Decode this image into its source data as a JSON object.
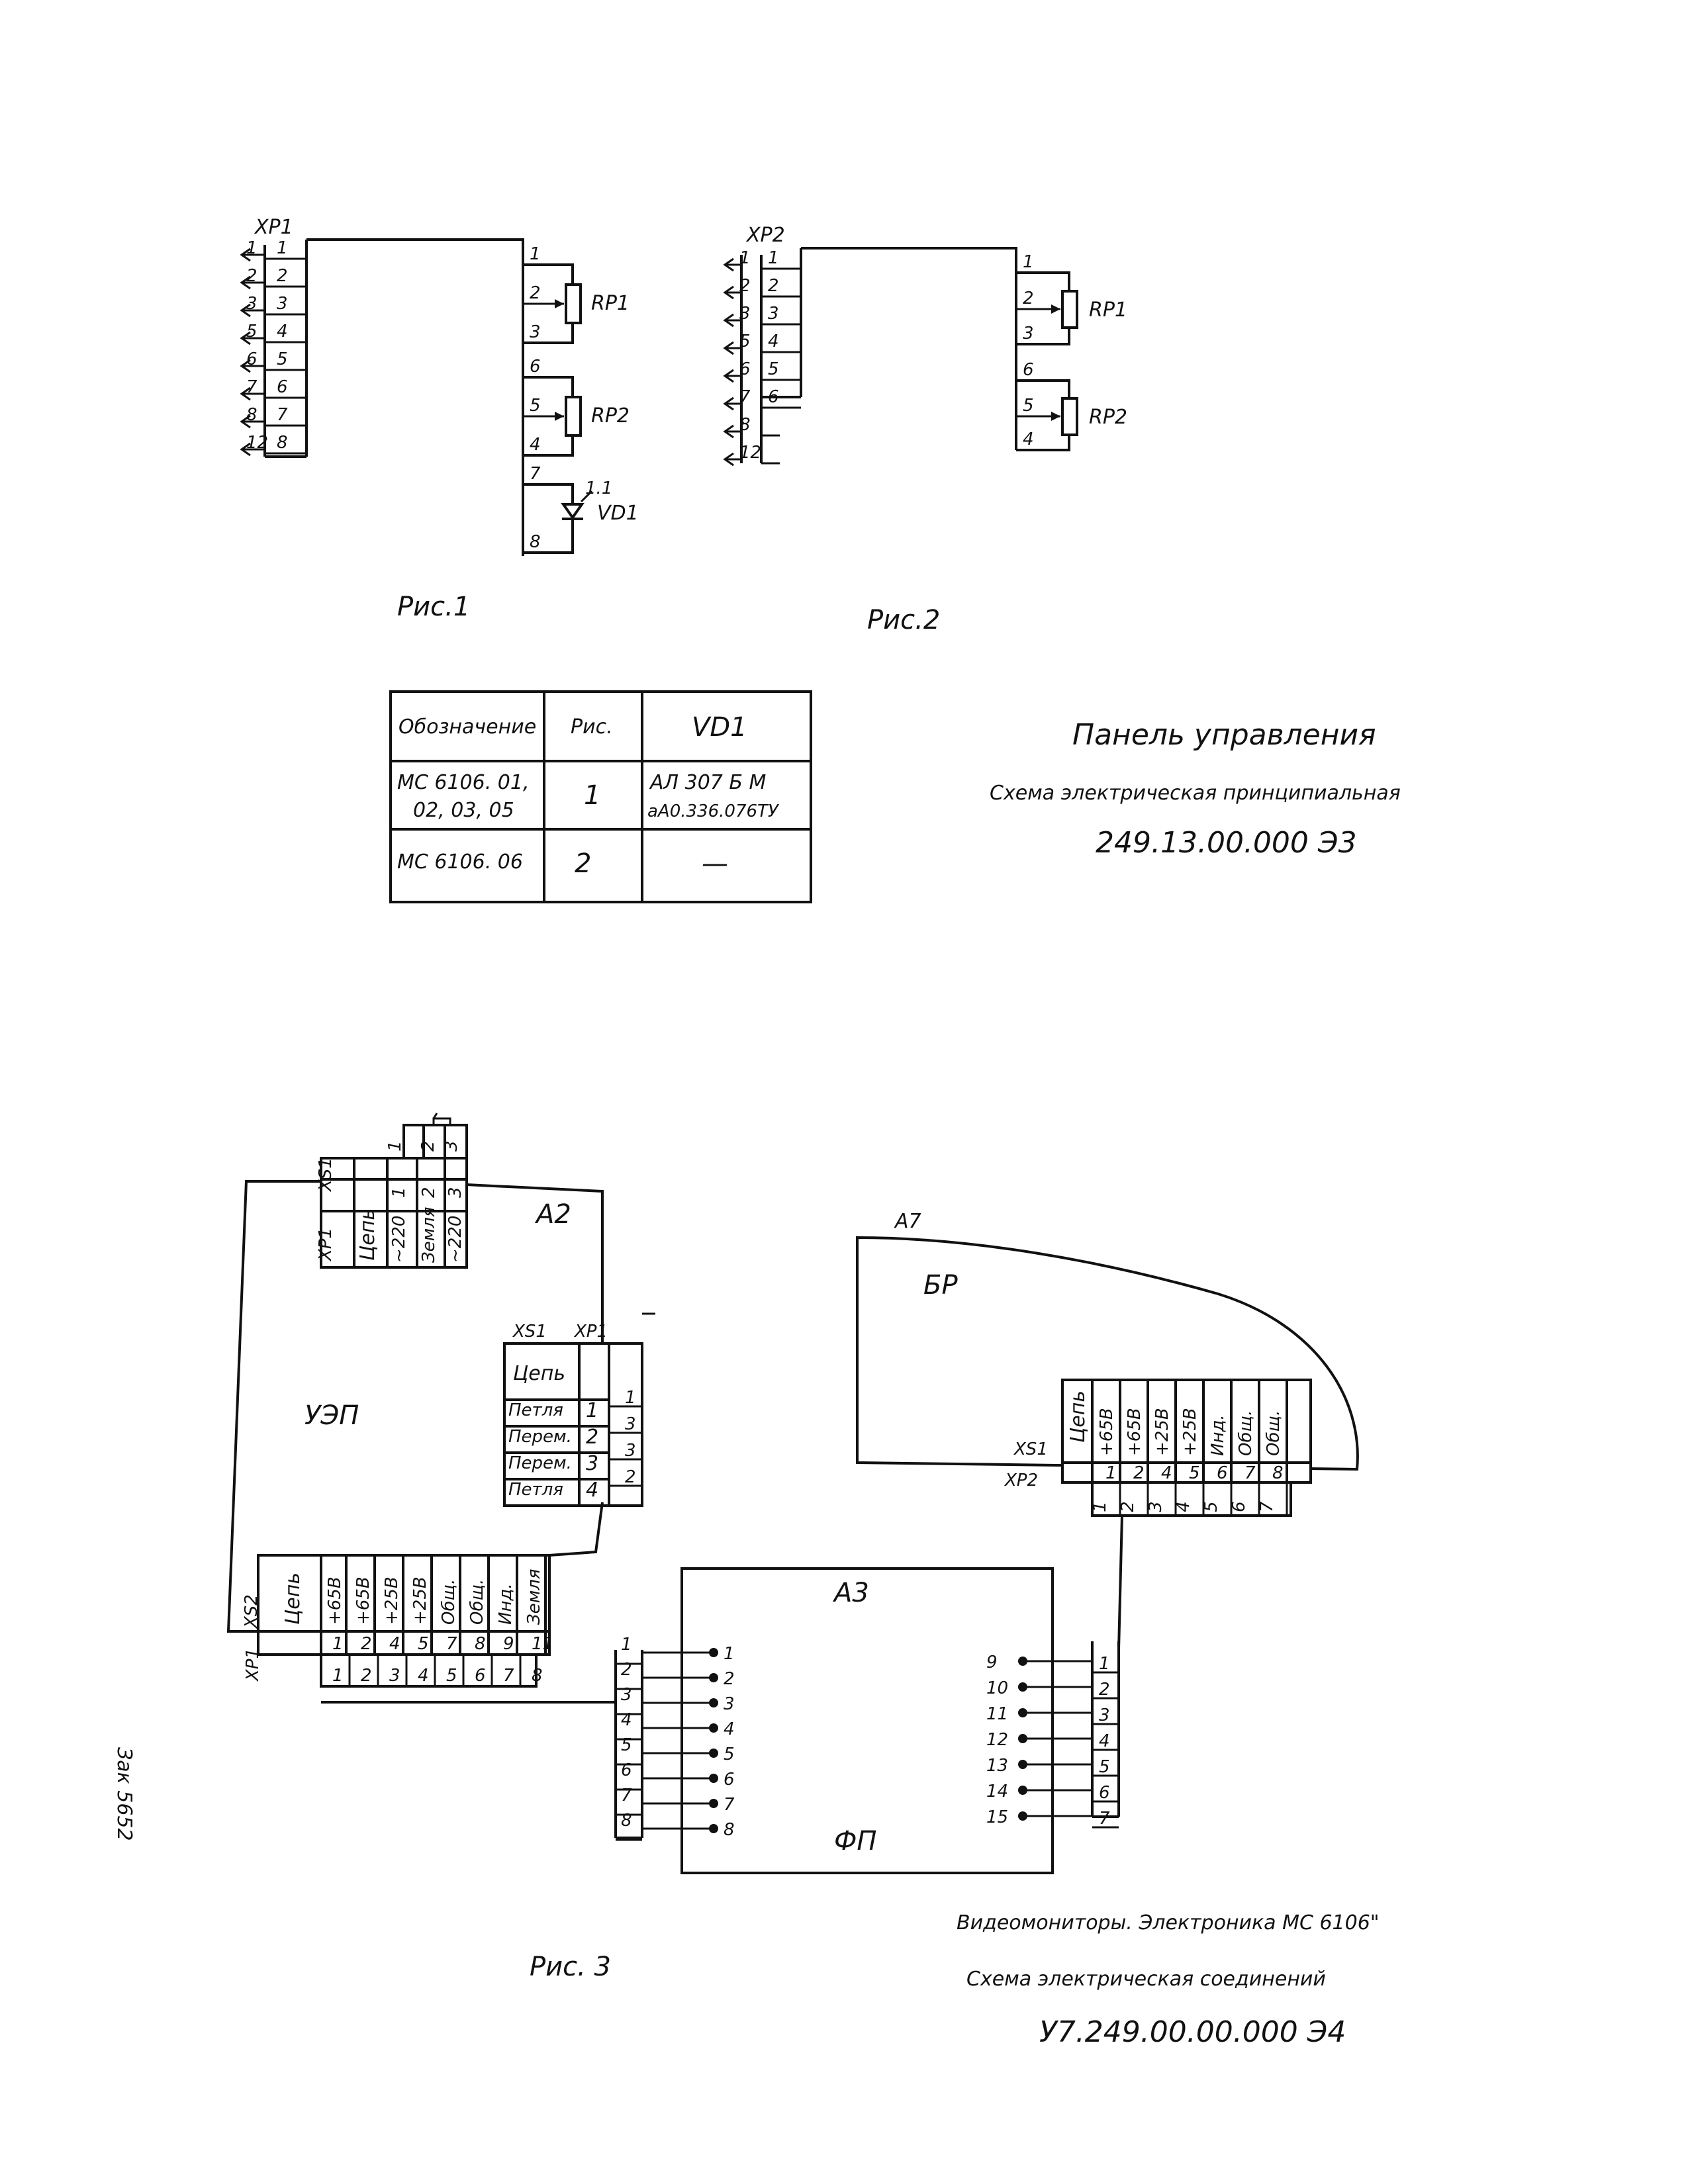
{
  "fig1": {
    "connector": "XP1",
    "left_pins": [
      "1",
      "2",
      "3",
      "4",
      "5",
      "6",
      "7",
      "8"
    ],
    "wire_labels": [
      "1",
      "2",
      "3",
      "5",
      "6",
      "7",
      "8",
      "12"
    ],
    "right_pins": [
      "1",
      "2",
      "3",
      "6",
      "5",
      "4",
      "7",
      "8"
    ],
    "rp1": "RP1",
    "rp2": "RP2",
    "vd1": "VD1",
    "vd1_mark": "1.1",
    "caption": "Рис.1"
  },
  "fig2": {
    "connector": "XP2",
    "left_pins": [
      "1",
      "2",
      "3",
      "4",
      "5",
      "6"
    ],
    "wire_labels": [
      "1",
      "2",
      "3",
      "5",
      "6",
      "7",
      "8",
      "12"
    ],
    "right_pins": [
      "1",
      "2",
      "3",
      "6",
      "5",
      "4"
    ],
    "rp1": "RP1",
    "rp2": "RP2",
    "caption": "Рис.2"
  },
  "table": {
    "headers": [
      "Обозначение",
      "Рис.",
      "VD1"
    ],
    "rows": [
      [
        "МС 6106. 01,",
        "02, 03, 05",
        "1",
        "АЛ 307 Б М",
        "аА0.336.076ТУ"
      ],
      [
        "МС 6106. 06",
        "",
        "2",
        "—",
        ""
      ]
    ]
  },
  "title1": {
    "line1": "Панель управления",
    "line2": "Схема электрическая принципиальная",
    "code": "249.13.00.000 Э3"
  },
  "fig3": {
    "xs1_top": {
      "label_xs": "XS1",
      "label_xp": "XP1",
      "header": "Цепь",
      "pins": [
        "1",
        "2",
        "3"
      ],
      "signals": [
        "~220",
        "Земля",
        "~220"
      ],
      "ext_pins": [
        "1",
        "2",
        "3"
      ]
    },
    "a2_label": "А2",
    "uep_label": "УЭП",
    "xs1_right": {
      "label_xs": "XS1",
      "label_xp": "XP1",
      "header": "Цепь",
      "signals": [
        "Петля",
        "Перем.",
        "Перем.",
        "Петля"
      ],
      "pins": [
        "1",
        "2",
        "3",
        "4"
      ],
      "ext_pins": [
        "1",
        "3",
        "3",
        "2"
      ]
    },
    "xs2": {
      "label_xs": "XS2",
      "label_xp": "XP1",
      "header": "Цепь",
      "signals": [
        "+65В",
        "+65В",
        "+25В",
        "+25В",
        "Общ.",
        "Общ.",
        "Инд.",
        "Земля"
      ],
      "pins": [
        "1",
        "2",
        "4",
        "5",
        "7",
        "8",
        "9",
        "11"
      ],
      "ext_pins": [
        "1",
        "2",
        "3",
        "4",
        "5",
        "6",
        "7",
        "8"
      ]
    },
    "a7_label": "А7",
    "br_label": "БР",
    "xs1_br": {
      "label_xs": "XS1",
      "label_xp": "XP2",
      "header": "Цепь",
      "signals": [
        "+65В",
        "+65В",
        "+25В",
        "+25В",
        "Инд.",
        "Общ.",
        "Общ."
      ],
      "pins": [
        "1",
        "2",
        "4",
        "5",
        "6",
        "7",
        "8"
      ],
      "ext_pins": [
        "1",
        "2",
        "3",
        "4",
        "5",
        "6",
        "7"
      ]
    },
    "a3_label": "А3",
    "fp_label": "ФП",
    "a3_left_inputs": [
      "1",
      "2",
      "3",
      "4",
      "5",
      "6",
      "7",
      "8"
    ],
    "a3_left_ext": [
      "1",
      "2",
      "3",
      "4",
      "5",
      "6",
      "7",
      "8"
    ],
    "a3_right_inputs": [
      "9",
      "10",
      "11",
      "12",
      "13",
      "14",
      "15"
    ],
    "a3_right_ext": [
      "1",
      "2",
      "3",
      "4",
      "5",
      "6",
      "7"
    ],
    "caption": "Рис. 3"
  },
  "title2": {
    "line1": "Видеомониторы. Электроника МС 6106\"",
    "line2": "Схема электрическая соединений",
    "code": "У7.249.00.00.000 Э4"
  },
  "side_note": "Зак 5652"
}
